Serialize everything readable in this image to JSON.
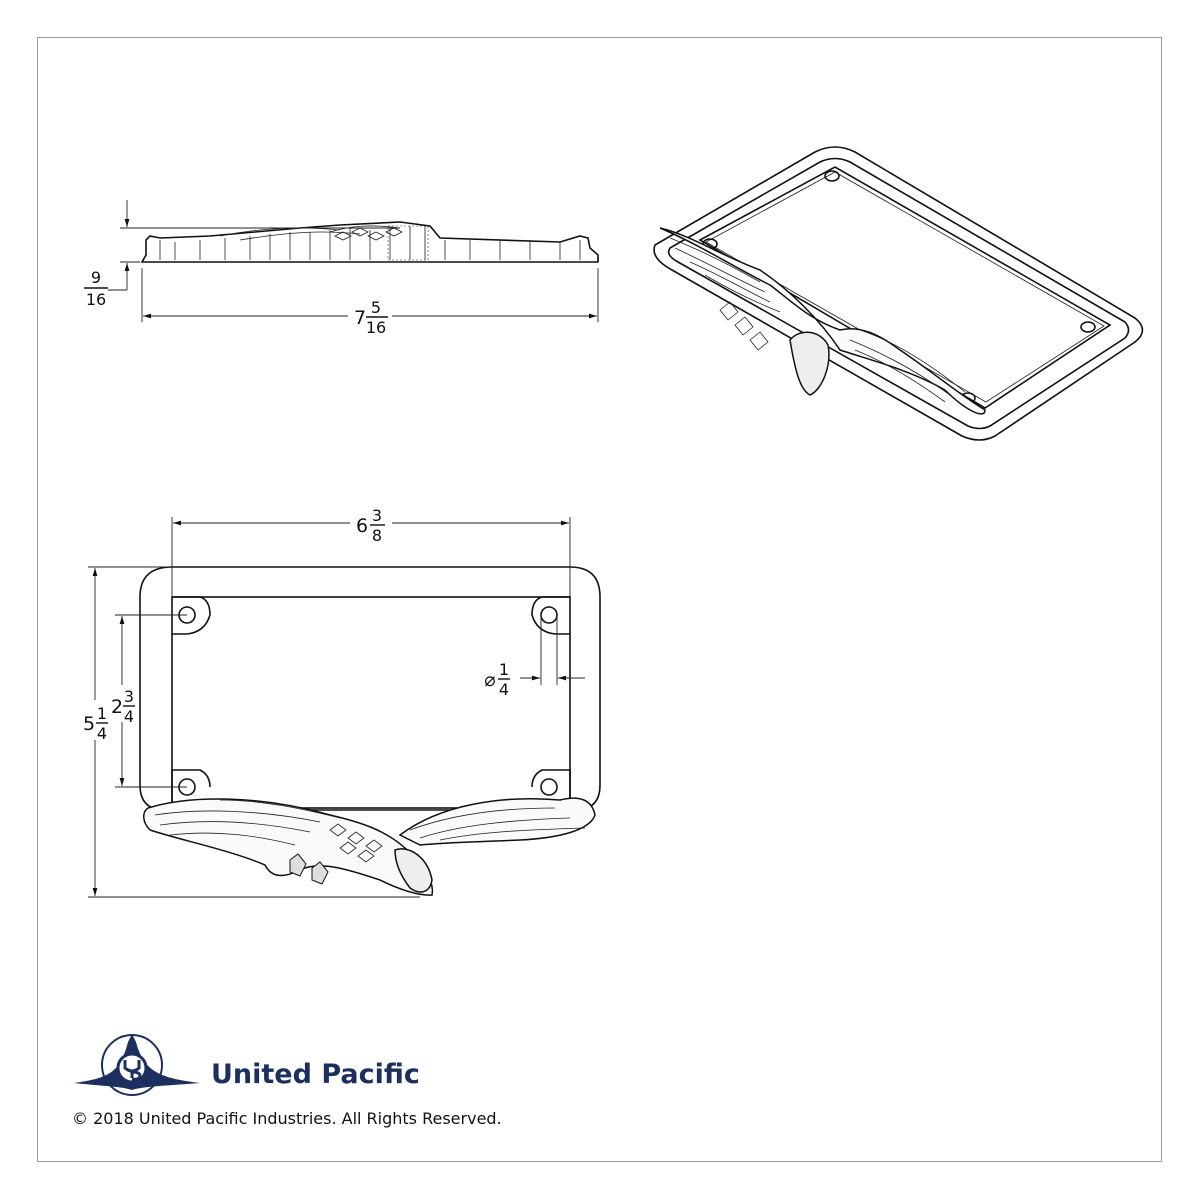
{
  "dimensions": {
    "side_height": {
      "whole": "",
      "num": "9",
      "den": "16"
    },
    "side_length": {
      "whole": "7",
      "num": "5",
      "den": "16"
    },
    "front_hole_spacing_width": {
      "whole": "6",
      "num": "3",
      "den": "8"
    },
    "front_overall_height": {
      "whole": "5",
      "num": "1",
      "den": "4"
    },
    "front_hole_spacing_height": {
      "whole": "2",
      "num": "3",
      "den": "4"
    },
    "hole_diameter": {
      "symbol": "⌀",
      "num": "1",
      "den": "4"
    }
  },
  "logo": {
    "brand": "United Pacific",
    "color": "#1d2f5f"
  },
  "footer": {
    "copyright": "© 2018 United Pacific Industries. All Rights Reserved."
  }
}
